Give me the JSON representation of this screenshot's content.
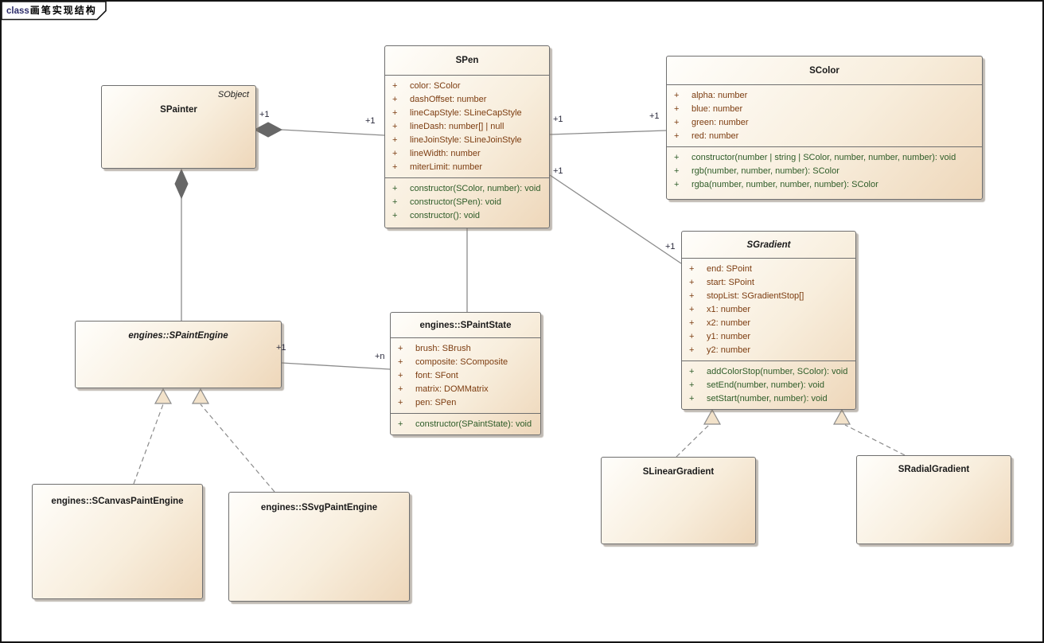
{
  "frame": {
    "keyword": "class",
    "title": "画笔实现结构"
  },
  "colors": {
    "attribute_text": "#7c3c10",
    "method_text": "#2e5c28",
    "box_border": "#6f6f6f",
    "box_fill_light": "#fffefb",
    "box_fill_dark": "#eed7ba",
    "connector_line": "#8b8b8b",
    "multiplicity_text": "#2a2a3c"
  },
  "classes": [
    {
      "id": "spen",
      "name": "SPen",
      "abstract": false,
      "stereotype": "",
      "attributes": [
        "+ color: SColor",
        "+ dashOffset: number",
        "+ lineCapStyle: SLineCapStyle",
        "+ lineDash: number[] | null",
        "+ lineJoinStyle: SLineJoinStyle",
        "+ lineWidth: number",
        "+ miterLimit: number"
      ],
      "methods": [
        "+ constructor(SColor, number): void",
        "+ constructor(SPen): void",
        "+ constructor(): void"
      ]
    },
    {
      "id": "scolor",
      "name": "SColor",
      "abstract": false,
      "stereotype": "",
      "attributes": [
        "+ alpha: number",
        "+ blue: number",
        "+ green: number",
        "+ red: number"
      ],
      "methods": [
        "+ constructor(number | string | SColor, number, number, number): void",
        "+ rgb(number, number, number): SColor",
        "+ rgba(number, number, number, number): SColor"
      ]
    },
    {
      "id": "spainter",
      "name": "SPainter",
      "abstract": false,
      "stereotype": "SObject",
      "attributes": [],
      "methods": []
    },
    {
      "id": "sgradient",
      "name": "SGradient",
      "abstract": true,
      "stereotype": "",
      "attributes": [
        "+ end: SPoint",
        "+ start: SPoint",
        "+ stopList: SGradientStop[]",
        "+ x1: number",
        "+ x2: number",
        "+ y1: number",
        "+ y2: number"
      ],
      "methods": [
        "+ addColorStop(number, SColor): void",
        "+ setEnd(number, number): void",
        "+ setStart(number, number): void"
      ]
    },
    {
      "id": "spaintstate",
      "name": "engines::SPaintState",
      "abstract": false,
      "stereotype": "",
      "attributes": [
        "+ brush: SBrush",
        "+ composite: SComposite",
        "+ font: SFont",
        "+ matrix: DOMMatrix",
        "+ pen: SPen"
      ],
      "methods": [
        "+ constructor(SPaintState): void"
      ]
    },
    {
      "id": "spaintengine",
      "name": "engines::SPaintEngine",
      "abstract": true,
      "stereotype": "",
      "attributes": [],
      "methods": []
    },
    {
      "id": "scanvas",
      "name": "engines::SCanvasPaintEngine",
      "abstract": false,
      "stereotype": "",
      "attributes": [],
      "methods": []
    },
    {
      "id": "ssvg",
      "name": "engines::SSvgPaintEngine",
      "abstract": false,
      "stereotype": "",
      "attributes": [],
      "methods": []
    },
    {
      "id": "slinear",
      "name": "SLinearGradient",
      "abstract": false,
      "stereotype": "",
      "attributes": [],
      "methods": []
    },
    {
      "id": "sradial",
      "name": "SRadialGradient",
      "abstract": false,
      "stereotype": "",
      "attributes": [],
      "methods": []
    }
  ],
  "connectors": [
    {
      "id": "painter-pen",
      "type": "composition",
      "from": "SPainter",
      "to": "SPen",
      "labels": [
        "+1",
        "+1"
      ]
    },
    {
      "id": "pen-color",
      "type": "association",
      "from": "SPen",
      "to": "SColor",
      "labels": [
        "+1",
        "+1"
      ]
    },
    {
      "id": "pen-gradient",
      "type": "association",
      "from": "SPen",
      "to": "SGradient",
      "labels": [
        "+1",
        "+1"
      ]
    },
    {
      "id": "pen-paintstate",
      "type": "association",
      "from": "SPen",
      "to": "engines::SPaintState",
      "labels": []
    },
    {
      "id": "painter-paintengine",
      "type": "composition",
      "from": "SPainter",
      "to": "engines::SPaintEngine",
      "labels": []
    },
    {
      "id": "paintengine-paintstate",
      "type": "association",
      "from": "engines::SPaintEngine",
      "to": "engines::SPaintState",
      "labels": [
        "+1",
        "+n"
      ]
    },
    {
      "id": "canvas-engine-realization",
      "type": "realization",
      "from": "engines::SCanvasPaintEngine",
      "to": "engines::SPaintEngine",
      "labels": []
    },
    {
      "id": "svg-engine-realization",
      "type": "realization",
      "from": "engines::SSvgPaintEngine",
      "to": "engines::SPaintEngine",
      "labels": []
    },
    {
      "id": "linear-gradient-realization",
      "type": "realization",
      "from": "SLinearGradient",
      "to": "SGradient",
      "labels": []
    },
    {
      "id": "radial-gradient-realization",
      "type": "realization",
      "from": "SRadialGradient",
      "to": "SGradient",
      "labels": []
    }
  ]
}
